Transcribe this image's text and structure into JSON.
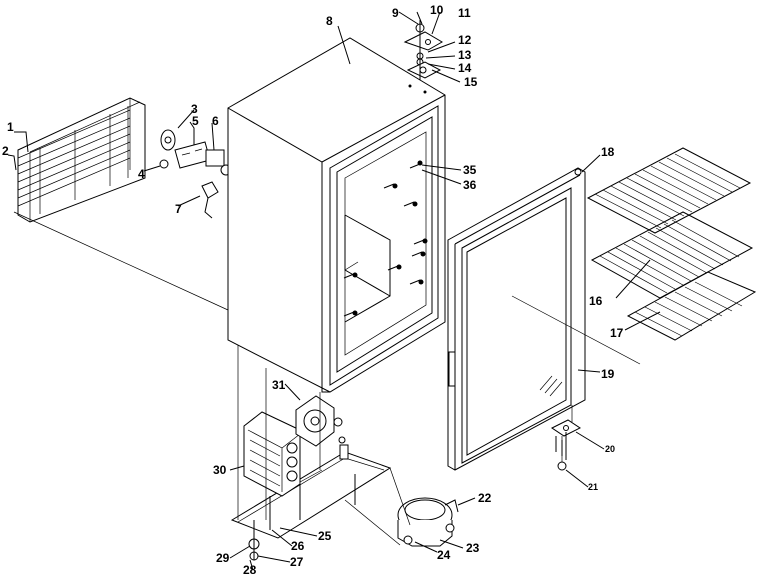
{
  "callouts": [
    "1",
    "2",
    "3",
    "4",
    "5",
    "6",
    "7",
    "8",
    "9",
    "10",
    "11",
    "12",
    "13",
    "14",
    "15",
    "16",
    "17",
    "18",
    "19",
    "20",
    "21",
    "22",
    "23",
    "24",
    "25",
    "26",
    "27",
    "28",
    "29",
    "30",
    "31",
    "35",
    "36"
  ]
}
